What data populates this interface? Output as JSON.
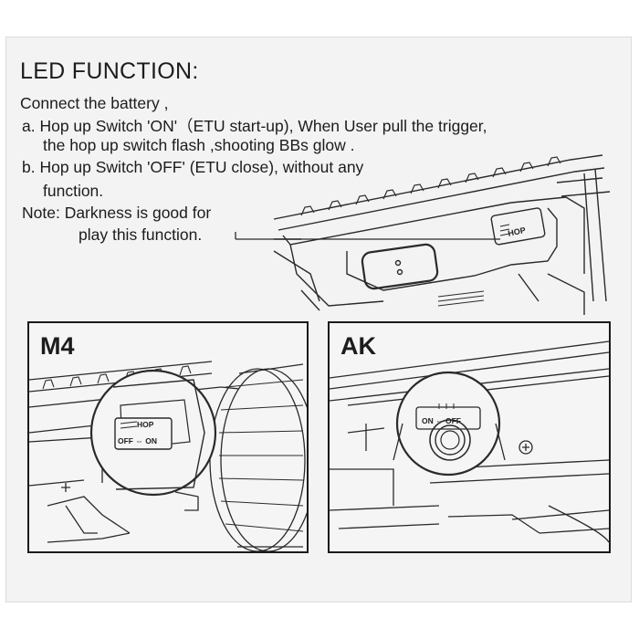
{
  "title": "LED FUNCTION:",
  "lines": [
    "Connect the battery ,",
    "a. Hop up Switch 'ON'（ETU start-up),  When User pull the trigger,",
    "the hop up switch flash ,shooting BBs glow .",
    "b. Hop up Switch 'OFF' (ETU close), without any",
    "function.",
    "Note: Darkness is good for",
    "play this function."
  ],
  "panels": {
    "m4": {
      "label": "M4",
      "switch_top": "HOP",
      "switch_bottom": "OFF ⇔ ON"
    },
    "ak": {
      "label": "AK",
      "switch_text": "ON ⇔ OFF"
    }
  },
  "top_switch_label": "HOP"
}
